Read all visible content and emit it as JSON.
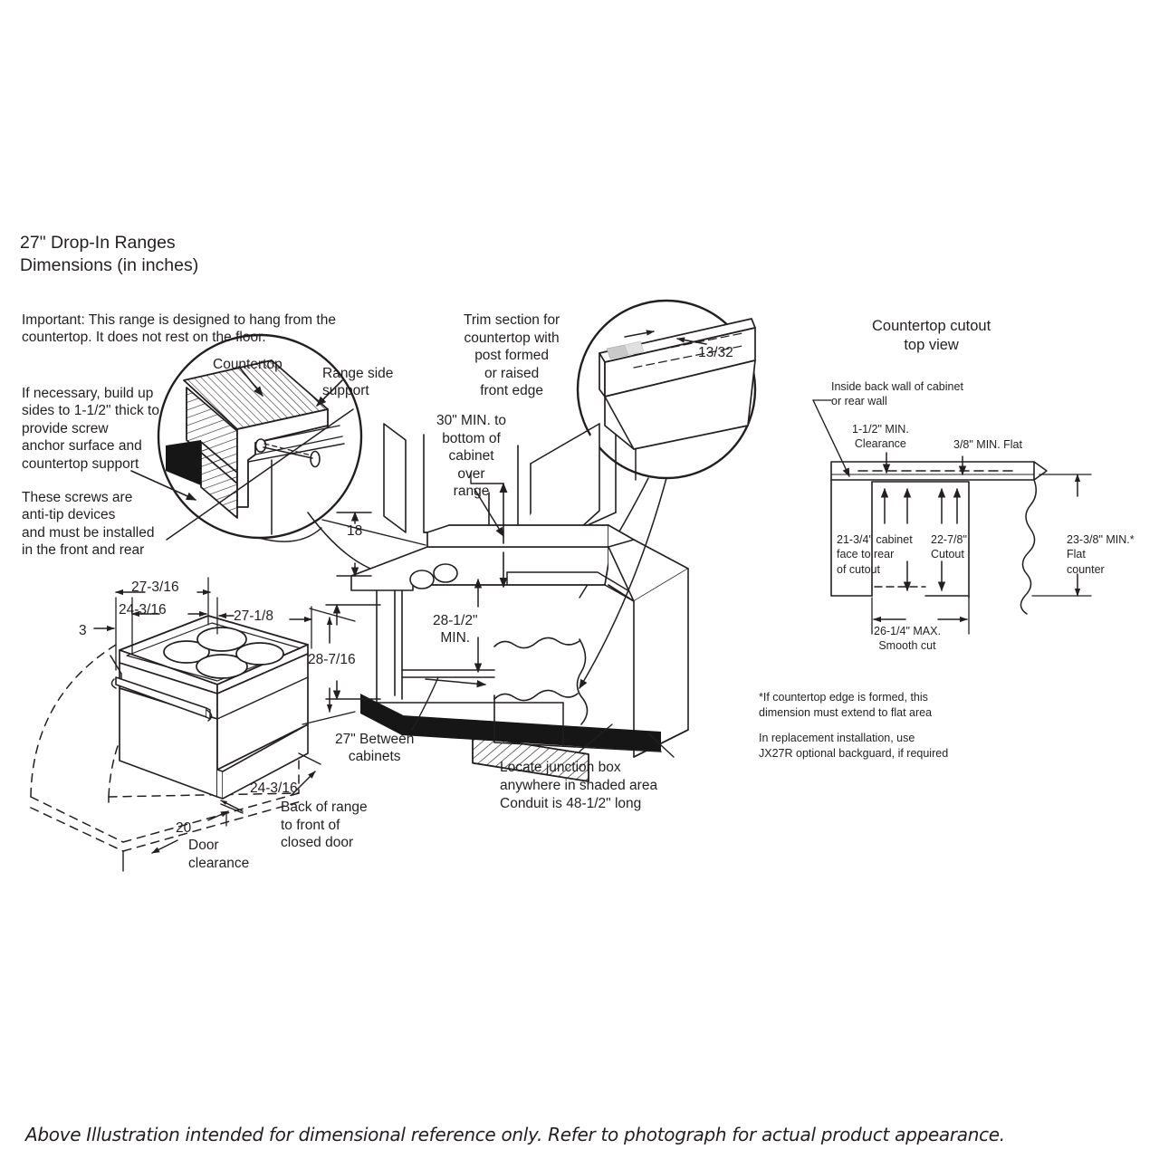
{
  "title": {
    "line1": "27\" Drop-In Ranges",
    "line2": "Dimensions (in inches)",
    "full": "27\" Drop-In Ranges\nDimensions (in inches)"
  },
  "notes": {
    "important": "Important: This range is designed to hang from the\ncountertop. It does not rest on the floor.",
    "build_up": "If necessary, build up\nsides to 1-1/2\" thick to\nprovide screw\nanchor surface and\ncountertop support",
    "anti_tip": "These screws are\nanti-tip devices\nand must be installed\nin the front and rear"
  },
  "detail_left": {
    "countertop_label": "Countertop",
    "range_side_support_label": "Range side\nsupport"
  },
  "detail_trim": {
    "caption": "Trim section for\ncountertop with\npost formed\nor raised\nfront edge",
    "dimension": "13/32"
  },
  "cabinet_view": {
    "min_30": "30\" MIN. to\nbottom of\ncabinet\nover\nrange",
    "dim_18": "18",
    "dim_28_1_2_min": "28-1/2\"\nMIN.",
    "dim_28_7_16": "28-7/16",
    "between_cabinets": "27\" Between\ncabinets",
    "junction_box": "Locate junction box\nanywhere in shaded area\nConduit is 48-1/2\" long"
  },
  "range_view": {
    "dim_27_3_16": "27-3/16",
    "dim_24_3_16_top": "24-3/16",
    "dim_27_1_8": "27-1/8",
    "dim_3": "3",
    "dim_24_3_16_bottom": "24-3/16",
    "back_of_range": "Back of range\nto front of\nclosed door",
    "dim_20": "20",
    "door_clearance": "Door\nclearance"
  },
  "cutout_view": {
    "title": "Countertop cutout\ntop view",
    "inside_back_wall": "Inside back wall of cabinet\nor rear wall",
    "clearance_1_1_2": "1-1/2\" MIN.\nClearance",
    "flat_3_8": "3/8\" MIN. Flat",
    "cabinet_21_3_4": "21-3/4\" cabinet\nface to rear\nof cutout",
    "cutout_22_7_8": "22-7/8\"\nCutout",
    "flat_counter_23_3_8": "23-3/8\" MIN.*\nFlat\ncounter",
    "max_26_1_4": "26-1/4\" MAX.\nSmooth cut"
  },
  "footnotes": {
    "note_star": "*If countertop edge is formed, this\ndimension must extend to flat area",
    "note_replacement": "In replacement installation, use\nJX27R optional backguard, if required"
  },
  "footer": {
    "disclaimer": "Above Illustration intended for dimensional reference only. Refer to photograph for actual product appearance."
  },
  "colors": {
    "ink": "#231f20",
    "line": "#231f20",
    "fill_black": "#1a1a1a",
    "background": "#ffffff"
  }
}
